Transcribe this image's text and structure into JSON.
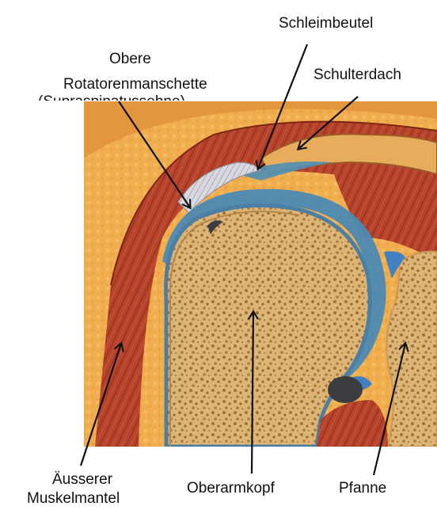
{
  "labels": {
    "schleimbeutel": "Schleimbeutel",
    "obere_line1": "Obere",
    "obere_line2": "Rotatorenmanschette",
    "obere_line3": "(Supraspinatussehne)",
    "schulterdach": "Schulterdach",
    "muskel_line1": "Äusserer",
    "muskel_line2": "Muskelmantel",
    "oberarmkopf": "Oberarmkopf",
    "pfanne": "Pfanne"
  },
  "colors": {
    "skin": "#e89a43",
    "fat": "#f0b052",
    "muscle": "#b8432a",
    "muscle_dark": "#8e2c1a",
    "bone": "#d9b071",
    "bone_pore": "#8a5a2e",
    "cartilage": "#5f97b8",
    "arrow": "#111111"
  }
}
